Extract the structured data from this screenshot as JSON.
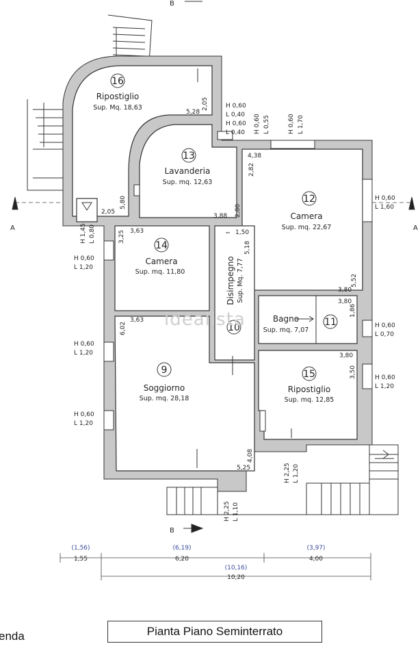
{
  "title": "Pianta Piano Seminterrato",
  "legend_fragment": "enda",
  "watermark": "idealista",
  "rooms": [
    {
      "num": "16",
      "name": "Ripostiglio",
      "sup": "Sup. Mq. 18,63"
    },
    {
      "num": "13",
      "name": "Lavanderia",
      "sup": "Sup. mq. 12,63"
    },
    {
      "num": "12",
      "name": "Camera",
      "sup": "Sup. mq. 22,67"
    },
    {
      "num": "14",
      "name": "Camera",
      "sup": "Sup. mq. 11,80"
    },
    {
      "num": "10",
      "name": "Disimpegno",
      "sup": "Sup. Mq. 7,77"
    },
    {
      "num": "11",
      "name": "Bagno",
      "sup": "Sup. mq. 7,07"
    },
    {
      "num": "9",
      "name": "Soggiorno",
      "sup": "Sup. mq. 28,18"
    },
    {
      "num": "15",
      "name": "Ripostiglio",
      "sup": "Sup. mq. 12,85"
    }
  ],
  "windows": [
    {
      "h": "H 0,60",
      "l": "L 0,40"
    },
    {
      "h": "H 0,60",
      "l": "L 0,40"
    },
    {
      "h": "H 0,60",
      "l": "L 0,55"
    },
    {
      "h": "H 0,60",
      "l": "L 1,70"
    },
    {
      "h": "H 0,60",
      "l": "L 1,60"
    },
    {
      "h": "H 1,45",
      "l": "L 0,80"
    },
    {
      "h": "H 0,60",
      "l": "L 1,20"
    },
    {
      "h": "H 0,60",
      "l": "L 1,20"
    },
    {
      "h": "H 0,60",
      "l": "L 1,20"
    },
    {
      "h": "H 0,60",
      "l": "L 0,70"
    },
    {
      "h": "H 0,60",
      "l": "L 1,20"
    },
    {
      "h": "H 2,25",
      "l": "L 1,20"
    },
    {
      "h": "H 2,25",
      "l": "L 1,10"
    }
  ],
  "dims": {
    "d205a": "2,05",
    "d528": "5,28",
    "d580": "5,80",
    "d205b": "2,05",
    "d438": "4,38",
    "d282": "2,82",
    "d388": "3,88",
    "d280": "2,80",
    "d150": "1,50",
    "d518": "5,18",
    "d325": "3,25",
    "d363a": "3,63",
    "d552": "5,52",
    "d380a": "3,80",
    "d380b": "3,80",
    "d186": "1,86",
    "d602": "6,02",
    "d363b": "3,63",
    "d380c": "3,80",
    "d350": "3,50",
    "d408": "4,08",
    "d525": "5,25"
  },
  "section_marks": {
    "a": "A",
    "b": "B"
  },
  "bottom_dims": {
    "p1": "(1,56)",
    "v1": "1,55",
    "p2": "(6,19)",
    "v2": "6,20",
    "p3": "(3,97)",
    "v3": "4,00",
    "p4": "(10,16)",
    "v4": "10,20"
  }
}
